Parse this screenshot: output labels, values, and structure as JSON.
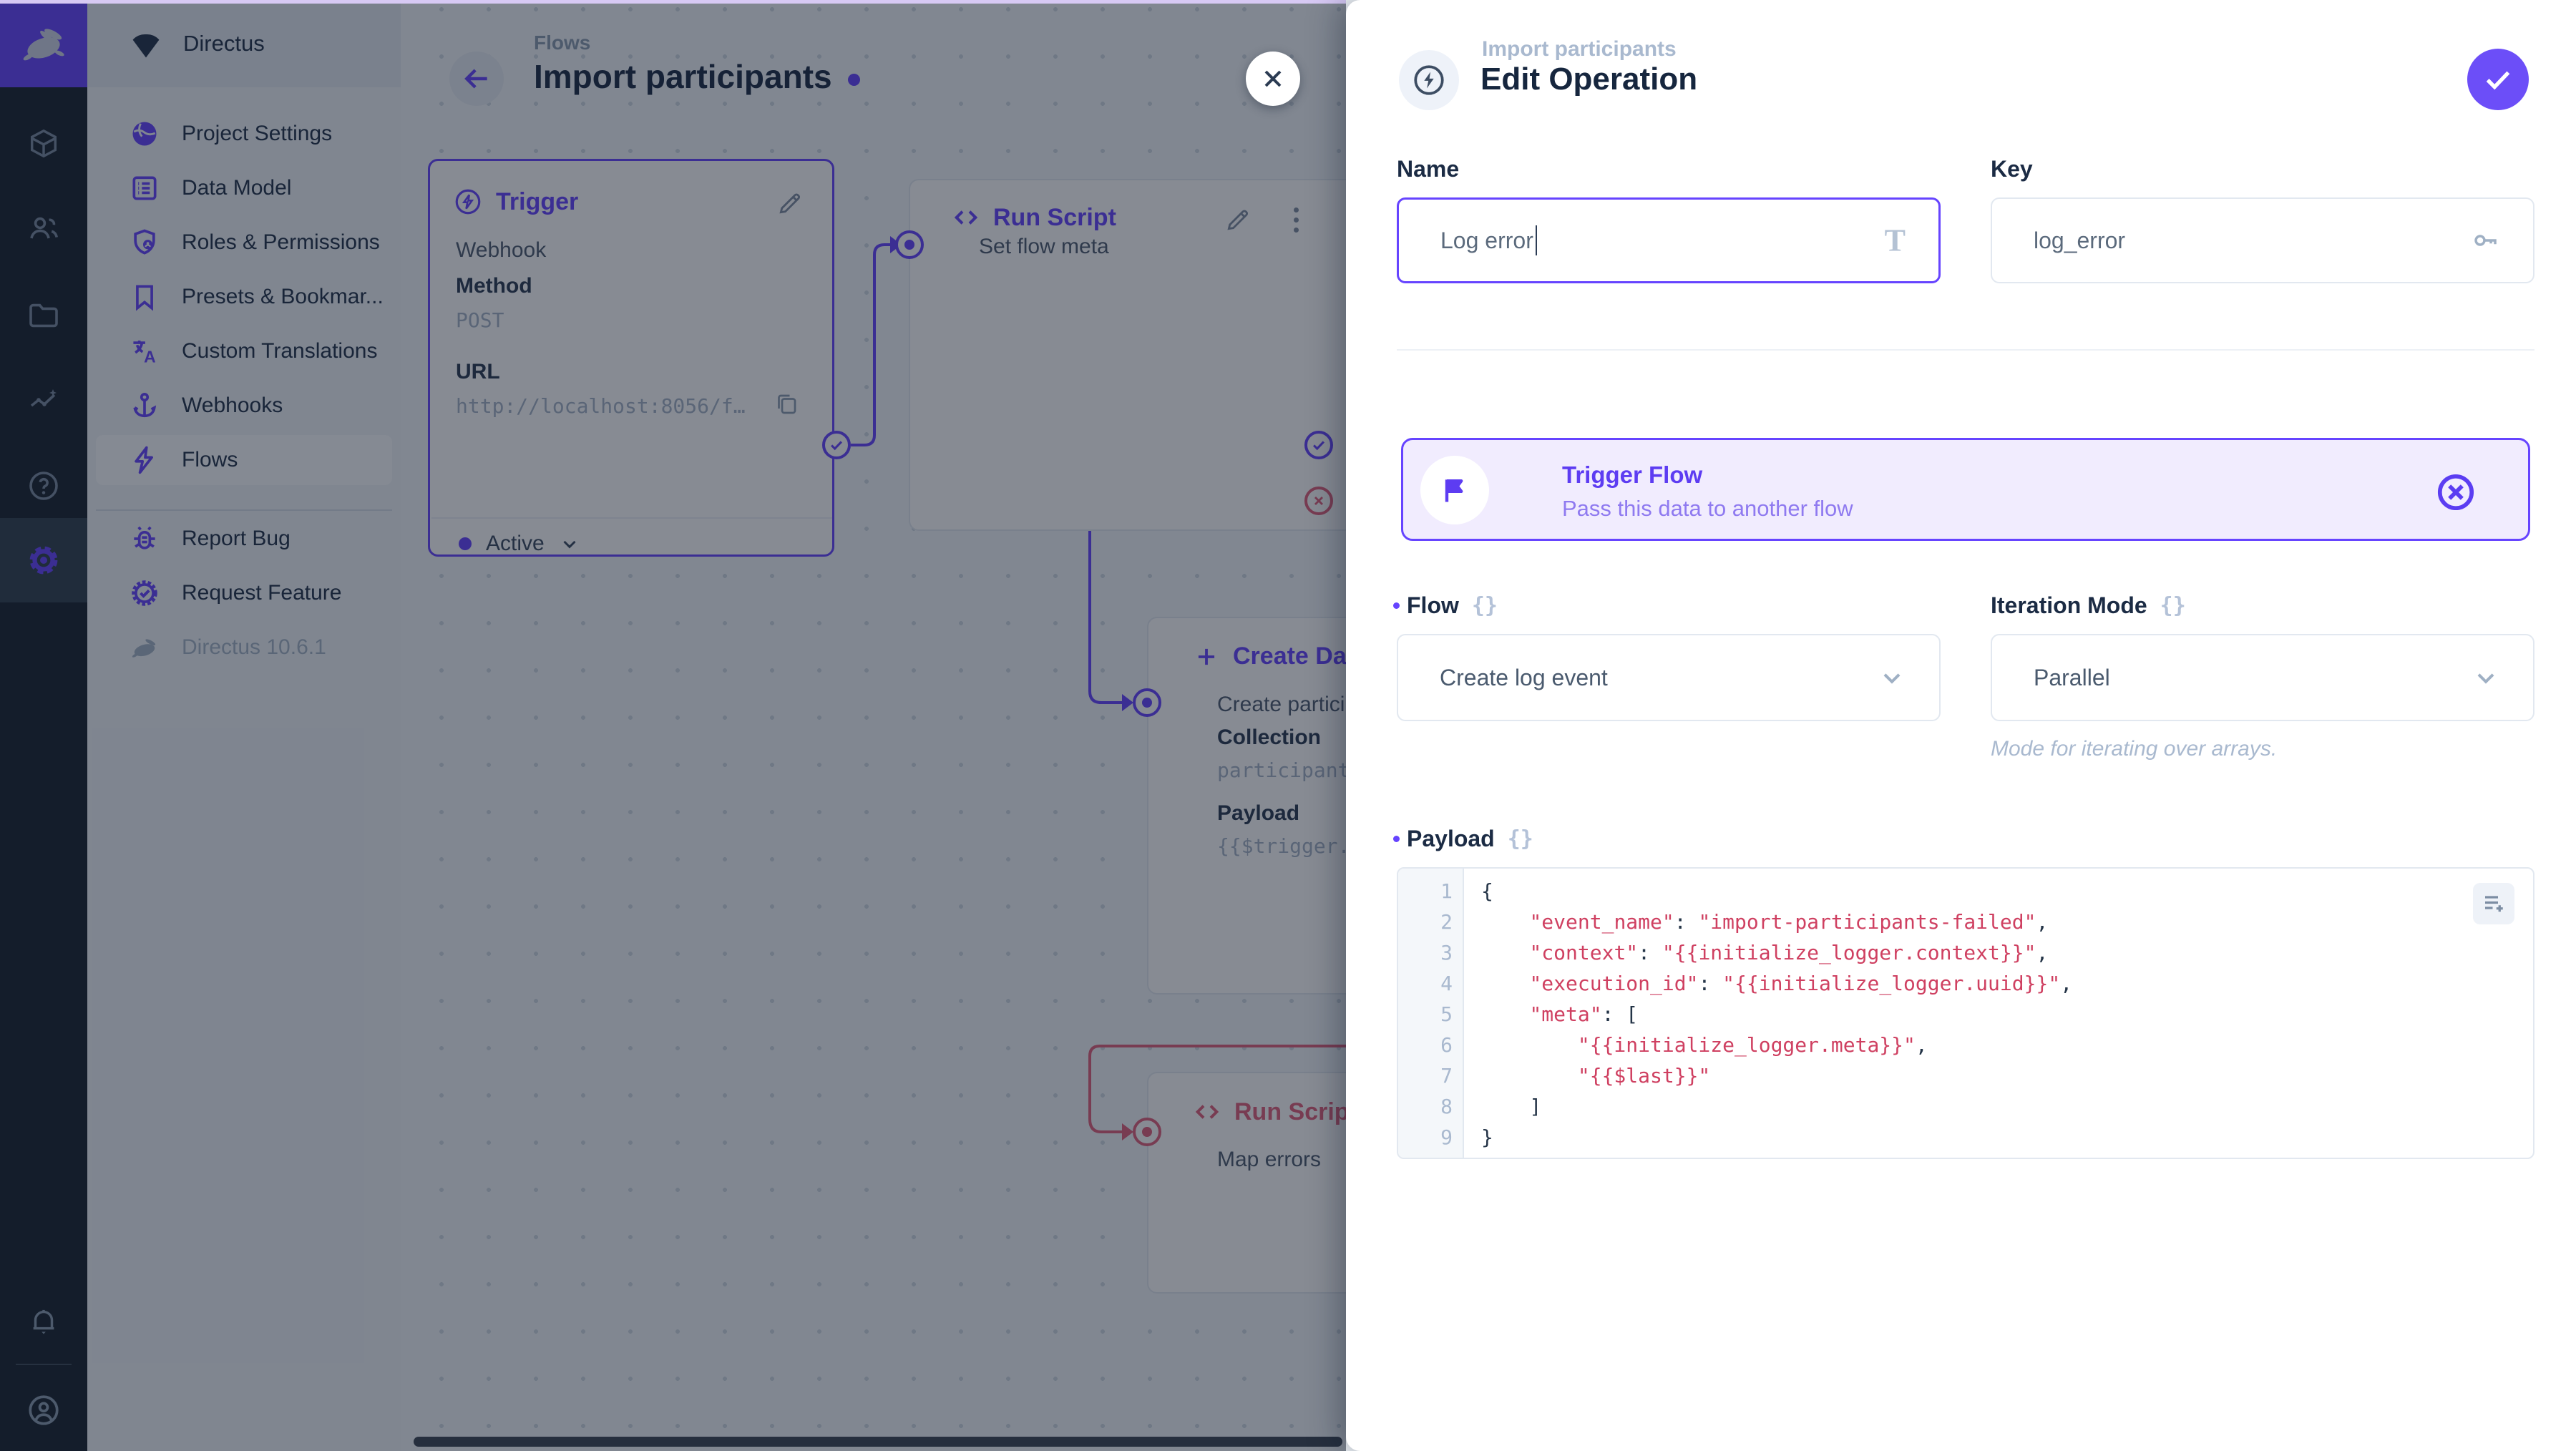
{
  "colors": {
    "accent": "#6644ff",
    "save_button": "#6c4ef8",
    "error_path": "#e0607c",
    "code_string": "#cf4061",
    "top_strip": "#d7c9f4"
  },
  "module_bar": {
    "modules": [
      "content",
      "users",
      "files",
      "insights",
      "docs",
      "settings"
    ],
    "active_module": "settings",
    "bottom": [
      "notifications",
      "account"
    ]
  },
  "sidebar": {
    "project": "Directus",
    "nav": [
      {
        "icon": "globe",
        "label": "Project Settings"
      },
      {
        "icon": "list",
        "label": "Data Model"
      },
      {
        "icon": "shield-user",
        "label": "Roles & Permissions"
      },
      {
        "icon": "bookmark",
        "label": "Presets & Bookmar..."
      },
      {
        "icon": "translate",
        "label": "Custom Translations"
      },
      {
        "icon": "anchor",
        "label": "Webhooks"
      },
      {
        "icon": "bolt",
        "label": "Flows",
        "active": true
      }
    ],
    "footer": [
      {
        "icon": "bug",
        "label": "Report Bug"
      },
      {
        "icon": "seal-check",
        "label": "Request Feature"
      }
    ],
    "version": "Directus 10.6.1"
  },
  "canvas": {
    "breadcrumb": "Flows",
    "title": "Import participants",
    "trigger_panel": {
      "header": "Trigger",
      "type": "Webhook",
      "method_label": "Method",
      "method": "POST",
      "url_label": "URL",
      "url": "http://localhost:8056/f…",
      "status": "Active"
    },
    "run_script_panel": {
      "header": "Run Script",
      "name": "Set flow meta"
    },
    "create_data_panel": {
      "header": "Create Data",
      "name": "Create participant",
      "collection_label": "Collection",
      "collection": "participants",
      "payload_label": "Payload",
      "payload": "{{$trigger.bod"
    },
    "map_errors_panel": {
      "header": "Run Script",
      "name": "Map errors"
    }
  },
  "drawer": {
    "breadcrumb": "Import participants",
    "title": "Edit Operation",
    "name": {
      "label": "Name",
      "value": "Log error"
    },
    "key": {
      "label": "Key",
      "value": "log_error"
    },
    "trigger_flow_card": {
      "title": "Trigger Flow",
      "subtitle": "Pass this data to another flow"
    },
    "flow": {
      "label": "Flow",
      "value": "Create log event"
    },
    "iteration_mode": {
      "label": "Iteration Mode",
      "value": "Parallel",
      "note": "Mode for iterating over arrays."
    },
    "payload": {
      "label": "Payload",
      "code": [
        "{",
        "    \"event_name\": \"import-participants-failed\",",
        "    \"context\": \"{{initialize_logger.context}}\",",
        "    \"execution_id\": \"{{initialize_logger.uuid}}\",",
        "    \"meta\": [",
        "        \"{{initialize_logger.meta}}\",",
        "        \"{{$last}}\"",
        "    ]",
        "}"
      ]
    }
  }
}
